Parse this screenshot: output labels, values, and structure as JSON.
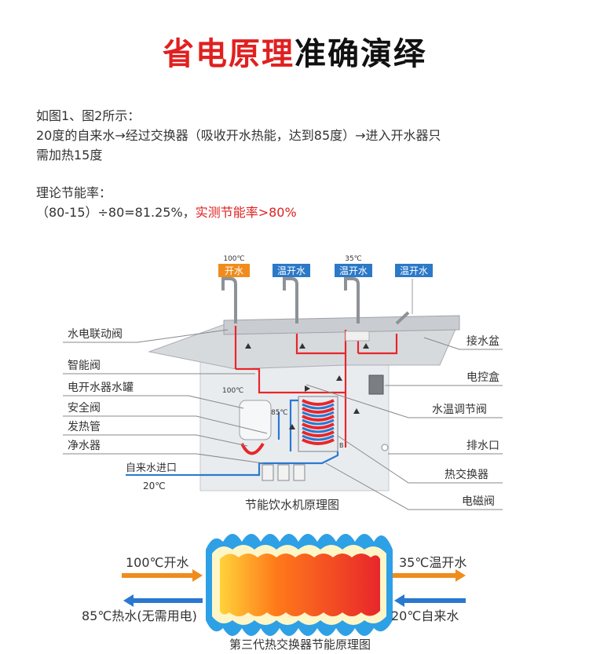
{
  "header": {
    "title_red": "省电原理",
    "title_dark": "准确演绎"
  },
  "intro": {
    "line1": "如图1、图2所示：",
    "line2": "20度的自来水→经过交换器（吸收开水热能，达到85度）→进入开水器只",
    "line3": "需加热15度"
  },
  "rate": {
    "label": "理论节能率：",
    "formula": "（80-15）÷80=81.25%，",
    "measured": "实测节能率>80%"
  },
  "diagram1": {
    "caption": "节能饮水机原理图",
    "temp_100": "100℃",
    "temp_35": "35℃",
    "temp_100_inner": "100℃",
    "temp_85": "85℃",
    "inlet_label": "自来水进口",
    "inlet_temp": "20℃",
    "tags": [
      "开水",
      "温开水",
      "温开水",
      "温开水"
    ],
    "left_labels": [
      "水电联动阀",
      "智能阀",
      "电开水器水罐",
      "安全阀",
      "发热管",
      "净水器"
    ],
    "right_labels": [
      "接水盆",
      "电控盒",
      "水温调节阀",
      "排水口",
      "热交换器",
      "电磁阀"
    ],
    "marker_b": "B"
  },
  "diagram2": {
    "caption": "第三代热交换器节能原理图",
    "top_left": "100℃开水",
    "top_right": "35℃温开水",
    "bottom_left": "85℃热水(无需用电)",
    "bottom_right": "20℃自来水"
  },
  "colors": {
    "accent_red": "#e02020",
    "pipe_red": "#e8262b",
    "pipe_blue": "#2a78d0",
    "tag_orange": "#f08c1c",
    "tag_blue": "#2b79c8"
  }
}
